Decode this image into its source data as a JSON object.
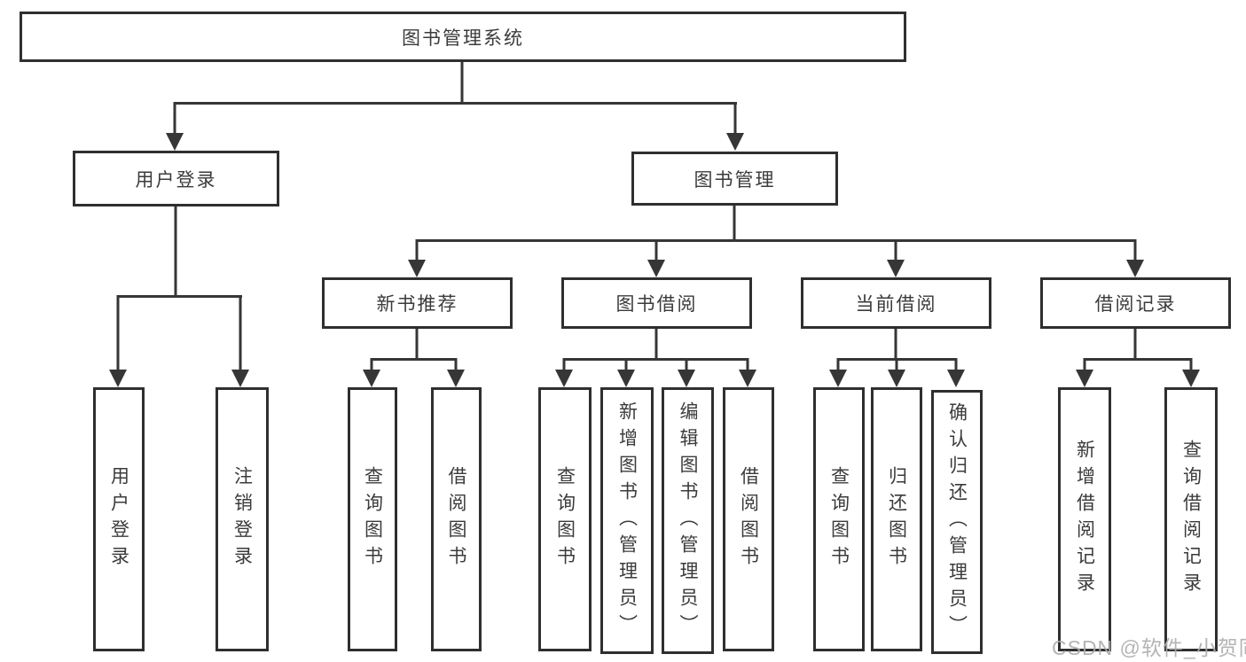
{
  "root": {
    "label": "图书管理系统"
  },
  "branches": {
    "user_login": {
      "label": "用户登录",
      "children": [
        {
          "label": "用户登录"
        },
        {
          "label": "注销登录"
        }
      ]
    },
    "book_mgmt": {
      "label": "图书管理",
      "children": [
        {
          "label": "新书推荐",
          "children": [
            {
              "label": "查询图书"
            },
            {
              "label": "借阅图书"
            }
          ]
        },
        {
          "label": "图书借阅",
          "children": [
            {
              "label": "查询图书"
            },
            {
              "label": "新增图书（管理员）"
            },
            {
              "label": "编辑图书（管理员）"
            },
            {
              "label": "借阅图书"
            }
          ]
        },
        {
          "label": "当前借阅",
          "children": [
            {
              "label": "查询图书"
            },
            {
              "label": "归还图书"
            },
            {
              "label": "确认归还（管理员）"
            }
          ]
        },
        {
          "label": "借阅记录",
          "children": [
            {
              "label": "新增借阅记录"
            },
            {
              "label": "查询借阅记录"
            }
          ]
        }
      ]
    }
  },
  "watermark": "CSDN @软件_小贺同学",
  "colors": {
    "line": "#363636",
    "box_border": "#2f2f2f",
    "text": "#3b3b3b",
    "background": "#ffffff",
    "watermark": "#acacac"
  }
}
